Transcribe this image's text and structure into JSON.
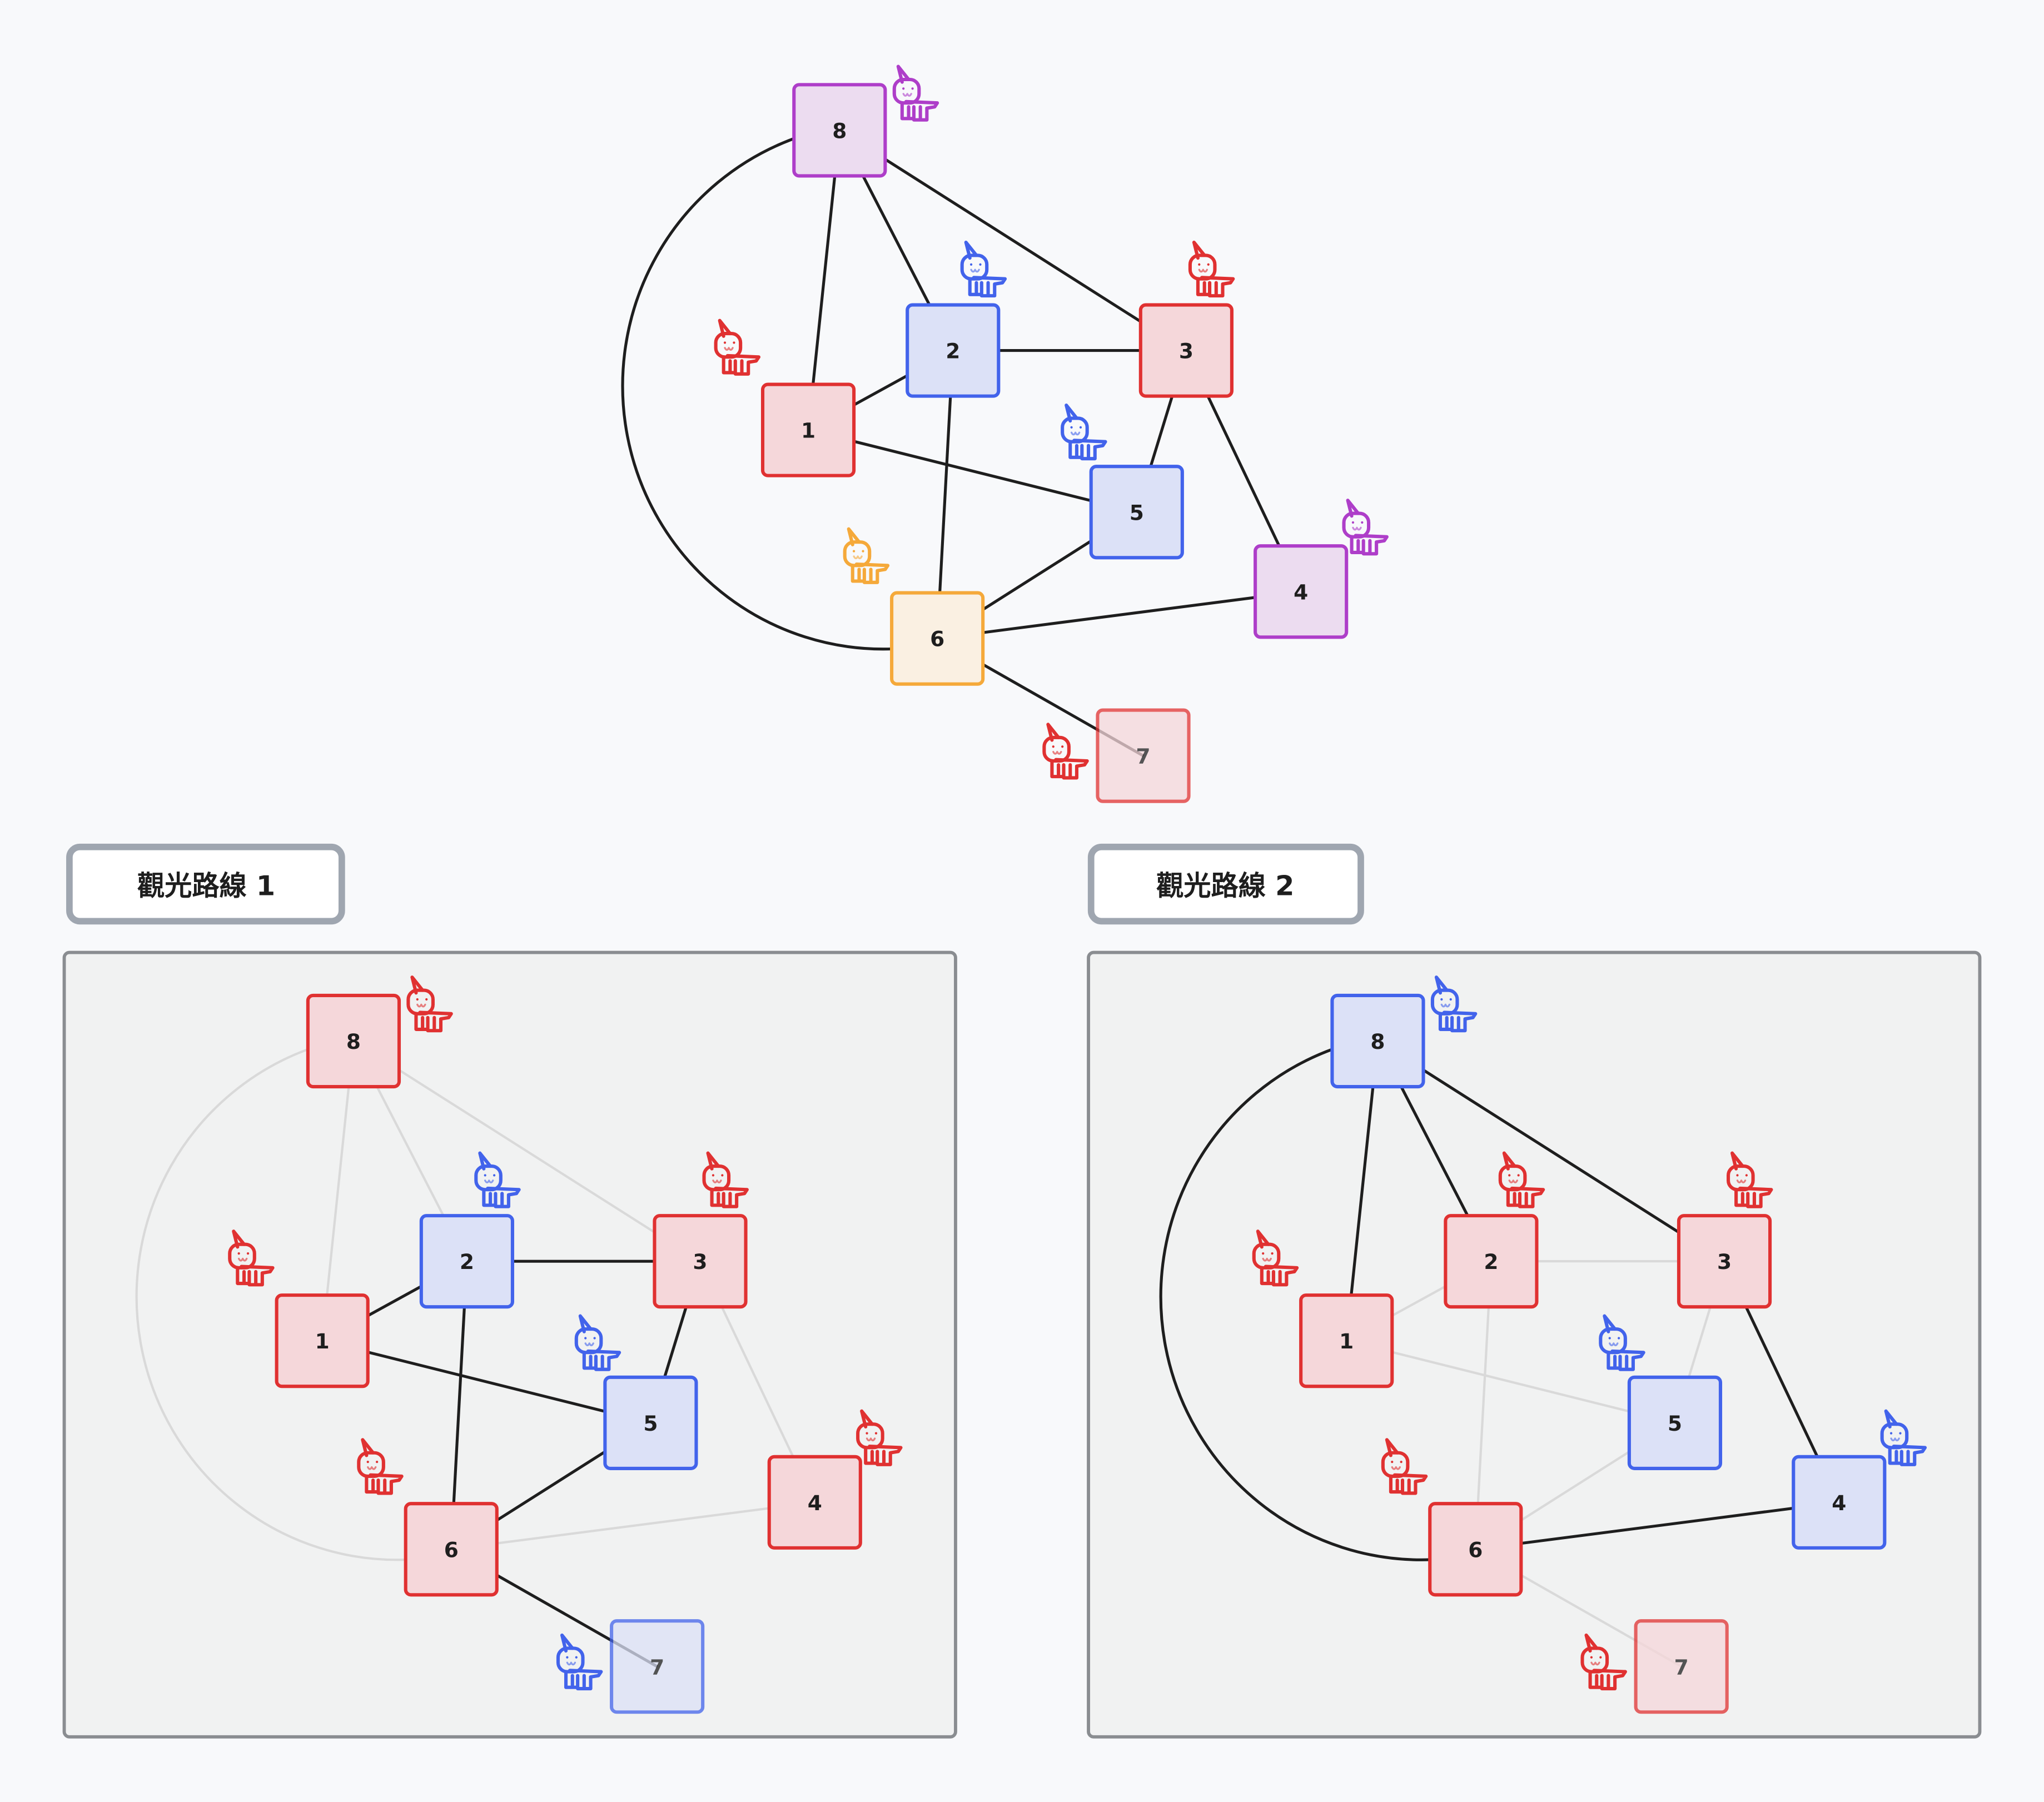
{
  "colors": {
    "red": {
      "stroke": "#e03131",
      "fill": "#f5d7da"
    },
    "blue": {
      "stroke": "#4263eb",
      "fill": "#dce1f7"
    },
    "purple": {
      "stroke": "#ae3ec9",
      "fill": "#ecdcf0"
    },
    "orange": {
      "stroke": "#f5a93a",
      "fill": "#faf0e2"
    },
    "edge": "#1e1e1e",
    "edge_faded": "#d9d9d9",
    "panel_fill": "#f1f2f2",
    "panel_stroke": "#8a8d91",
    "title_stroke": "#9fa6b0"
  },
  "node_labels": [
    "1",
    "2",
    "3",
    "4",
    "5",
    "6",
    "7",
    "8"
  ],
  "edges": [
    [
      "8",
      "1"
    ],
    [
      "8",
      "2"
    ],
    [
      "8",
      "3"
    ],
    [
      "8",
      "6"
    ],
    [
      "1",
      "2"
    ],
    [
      "2",
      "3"
    ],
    [
      "2",
      "6"
    ],
    [
      "1",
      "5"
    ],
    [
      "3",
      "5"
    ],
    [
      "3",
      "4"
    ],
    [
      "5",
      "6"
    ],
    [
      "6",
      "4"
    ],
    [
      "6",
      "7"
    ]
  ],
  "main_graph": {
    "node_colors": {
      "1": "red",
      "2": "blue",
      "3": "red",
      "4": "purple",
      "5": "blue",
      "6": "orange",
      "7": "red",
      "8": "purple"
    }
  },
  "routes": [
    {
      "title": "觀光路線 1",
      "node_colors": {
        "1": "red",
        "2": "blue",
        "3": "red",
        "4": "red",
        "5": "blue",
        "6": "red",
        "7": "blue",
        "8": "red"
      },
      "active_edges": [
        "1-2",
        "2-3",
        "2-6",
        "1-5",
        "3-5",
        "5-6",
        "6-7"
      ]
    },
    {
      "title": "觀光路線 2",
      "node_colors": {
        "1": "red",
        "2": "red",
        "3": "red",
        "4": "blue",
        "5": "blue",
        "6": "red",
        "7": "red",
        "8": "blue"
      },
      "active_edges": [
        "8-1",
        "8-2",
        "8-3",
        "8-6",
        "3-4",
        "6-4"
      ]
    }
  ]
}
